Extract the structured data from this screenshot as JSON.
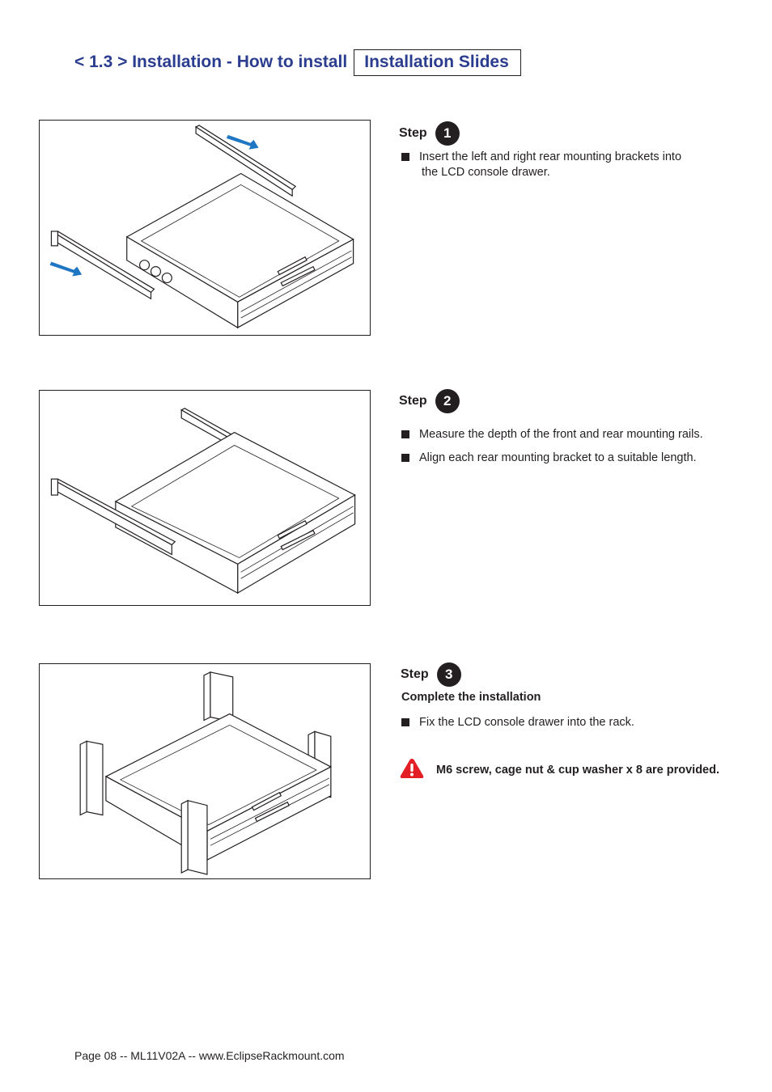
{
  "header": {
    "title_prefix": "< 1.3 > Installation - How to install",
    "title_boxed": "Installation Slides"
  },
  "steps": [
    {
      "label": "Step",
      "number": "1",
      "bullets": [
        "Insert the left and right rear mounting brackets into",
        "the LCD console drawer."
      ]
    },
    {
      "label": "Step",
      "number": "2",
      "bullets": [
        "Measure the depth of the front and rear mounting rails.",
        "Align each rear mounting bracket to a suitable length."
      ]
    },
    {
      "label": "Step",
      "number": "3",
      "subheading": "Complete the installation",
      "bullets": [
        "Fix the LCD console drawer into the rack."
      ],
      "warning": "M6 screw, cage nut & cup washer x 8 are provided."
    }
  ],
  "icons": {
    "warning": "warning-icon",
    "arrow_color": "#1f77c4"
  },
  "colors": {
    "title": "#2b3d8f",
    "warning": "#e31e25"
  },
  "footer": {
    "text": "Page 08 -- ML11V02A -- www.EclipseRackmount.com"
  }
}
